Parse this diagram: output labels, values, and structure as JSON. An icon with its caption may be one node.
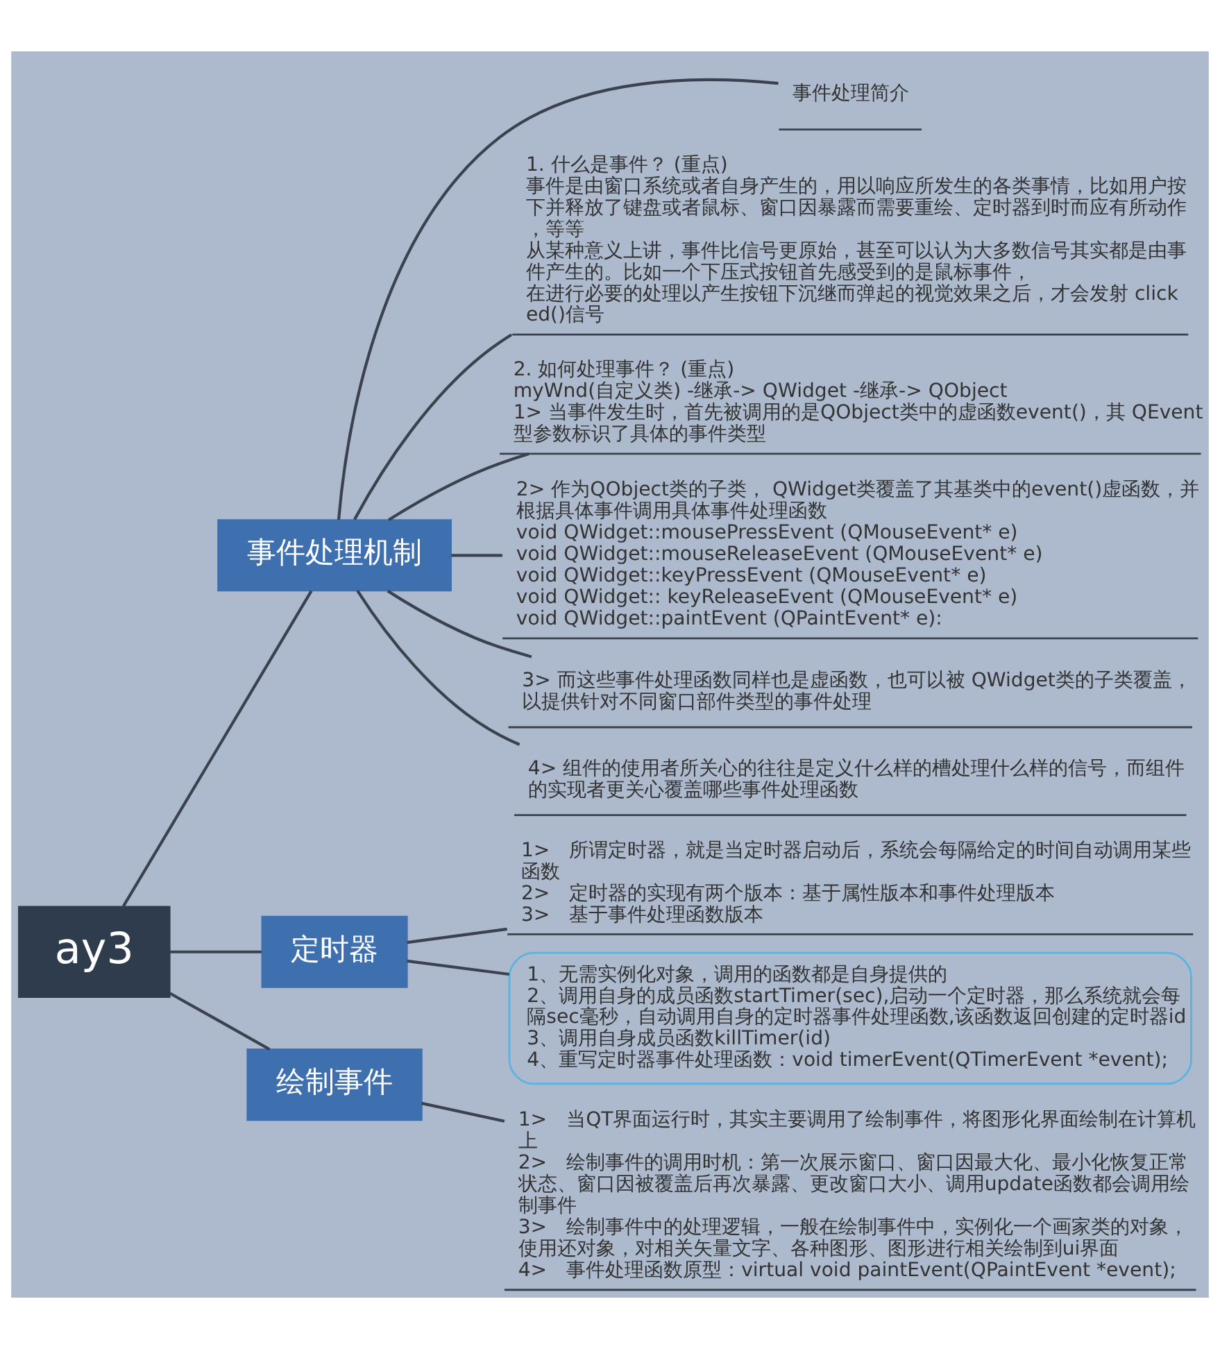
{
  "diagram": {
    "nodes": [
      {
        "text": [
          "ay3"
        ]
      },
      {
        "text": [
          "事件处理机制"
        ]
      },
      {
        "text": [
          "事件处理简介"
        ]
      },
      {
        "text": [
          "1. 什么是事件？ (重点)",
          "事件是由窗口系统或者自身产生的，用以响应所发生的各类事情，比如用户按下并释放了键盘或者鼠标、窗口因暴露而需要重绘、定时器到时而应有所动作，等等",
          "从某种意义上讲，事件比信号更原始，甚至可以认为大多数信号其实都是由事件产生的。比如一个下压式按钮首先感受到的是鼠标事件，",
          "在进行必要的处理以产生按钮下沉继而弹起的视觉效果之后，才会发射 clicked()信号"
        ]
      },
      {
        "text": [
          "2. 如何处理事件？ (重点)",
          "myWnd(自定义类) -继承-> QWidget -继承-> QObject",
          "1> 当事件发生时，首先被调用的是QObject类中的虚函数event()，其 QEvent型参数标识了具体的事件类型"
        ]
      },
      {
        "text": [
          "2> 作为QObject类的子类， QWidget类覆盖了其基类中的event()虚函数，并根据具体事件调用具体事件处理函数",
          "void QWidget::mousePressEvent (QMouseEvent* e)",
          "void QWidget::mouseReleaseEvent (QMouseEvent* e)",
          "void QWidget::keyPressEvent (QMouseEvent* e)",
          "void QWidget:: keyReleaseEvent (QMouseEvent* e)",
          "void QWidget::paintEvent (QPaintEvent* e):"
        ]
      },
      {
        "text": [
          "3> 而这些事件处理函数同样也是虚函数，也可以被 QWidget类的子类覆盖，以提供针对不同窗口部件类型的事件处理"
        ]
      },
      {
        "text": [
          "4> 组件的使用者所关心的往往是定义什么样的槽处理什么样的信号，而组件的实现者更关心覆盖哪些事件处理函数"
        ]
      },
      {
        "text": [
          "定时器"
        ]
      },
      {
        "text": [
          "1>　所谓定时器，就是当定时器启动后，系统会每隔给定的时间自动调用某些函数",
          "2>　定时器的实现有两个版本：基于属性版本和事件处理版本",
          "3>　基于事件处理函数版本"
        ]
      },
      {
        "text": [
          "1、无需实例化对象，调用的函数都是自身提供的",
          "2、调用自身的成员函数startTimer(sec),启动一个定时器，那么系统就会每隔sec毫秒，自动调用自身的定时器事件处理函数,该函数返回创建的定时器id",
          "3、调用自身成员函数killTimer(id)",
          "4、重写定时器事件处理函数：void timerEvent(QTimerEvent *event);"
        ]
      },
      {
        "text": [
          "绘制事件"
        ]
      },
      {
        "text": [
          "1>　当QT界面运行时，其实主要调用了绘制事件，将图形化界面绘制在计算机上",
          "2>　绘制事件的调用时机：第一次展示窗口、窗口因最大化、最小化恢复正常状态、窗口因被覆盖后再次暴露、更改窗口大小、调用update函数都会调用绘制事件",
          "3>　绘制事件中的处理逻辑，一般在绘制事件中，实例化一个画家类的对象，使用还对象，对相关矢量文字、各种图形、图形进行相关绘制到ui界面",
          "4>　事件处理函数原型：virtual void paintEvent(QPaintEvent *event);"
        ]
      }
    ],
    "edges": [
      {
        "from": 0,
        "to": 1,
        "arrow": "none"
      },
      {
        "from": 1,
        "to": 2,
        "arrow": "none"
      },
      {
        "from": 1,
        "to": 3,
        "arrow": "none"
      },
      {
        "from": 1,
        "to": 4,
        "arrow": "none"
      },
      {
        "from": 1,
        "to": 5,
        "arrow": "none"
      },
      {
        "from": 1,
        "to": 6,
        "arrow": "none"
      },
      {
        "from": 1,
        "to": 7,
        "arrow": "none"
      },
      {
        "from": 0,
        "to": 8,
        "arrow": "none"
      },
      {
        "from": 8,
        "to": 9,
        "arrow": "none"
      },
      {
        "from": 8,
        "to": 10,
        "arrow": "none"
      },
      {
        "from": 0,
        "to": 11,
        "arrow": "none"
      },
      {
        "from": 11,
        "to": 12,
        "arrow": "none"
      }
    ]
  }
}
